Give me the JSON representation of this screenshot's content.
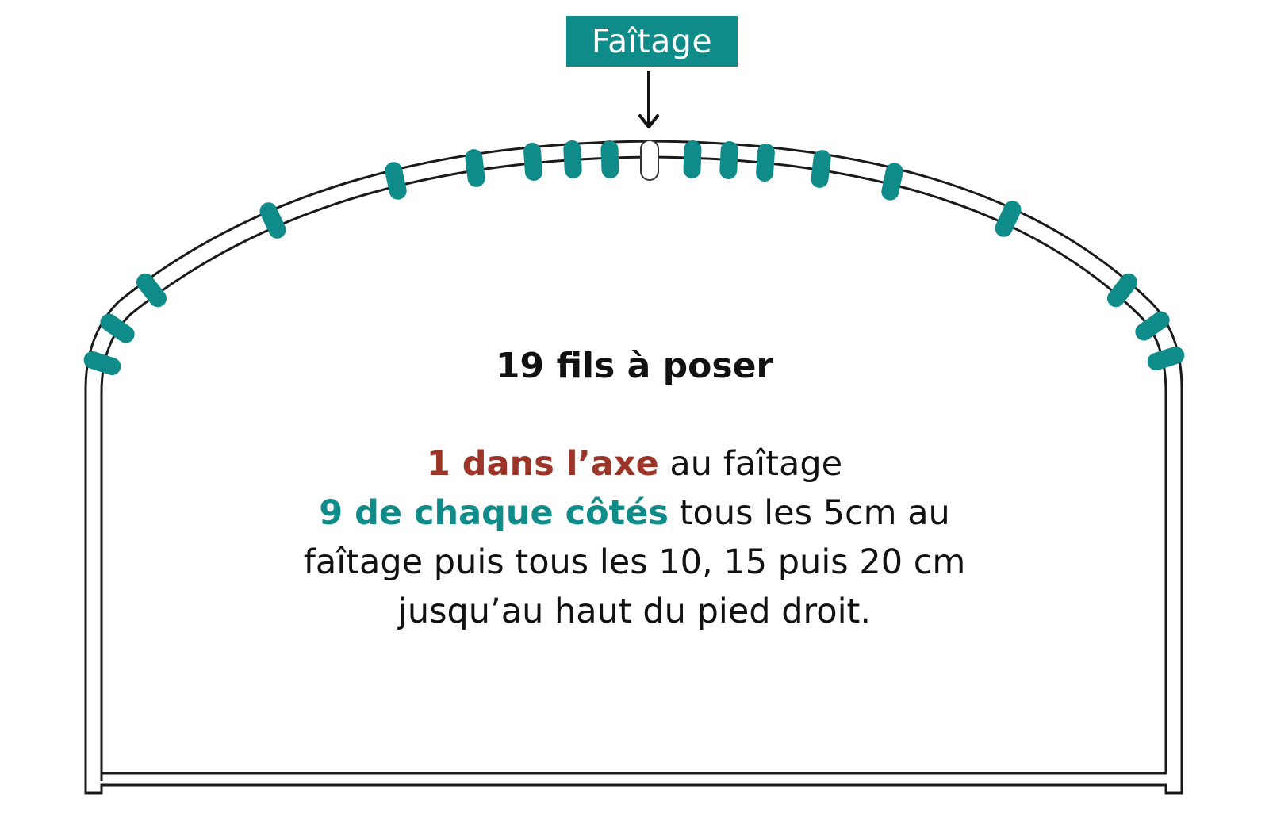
{
  "ridge_label": "Faîtage",
  "title": "19 fils à poser",
  "description": {
    "line1_emphasis": "1 dans l’axe",
    "line1_rest": " au faîtage",
    "line2_emphasis": "9 de chaque côtés",
    "line2_rest": " tous les 5cm au",
    "line3": "faîtage puis tous les 10, 15 puis 20 cm",
    "line4": "jusqu’au haut du pied droit."
  },
  "wires": {
    "total": 19,
    "ridge_count": 1,
    "per_side": 9
  },
  "colors": {
    "teal": "#0f8c8a",
    "red": "#9c3527",
    "outline": "#1a1a1a"
  }
}
